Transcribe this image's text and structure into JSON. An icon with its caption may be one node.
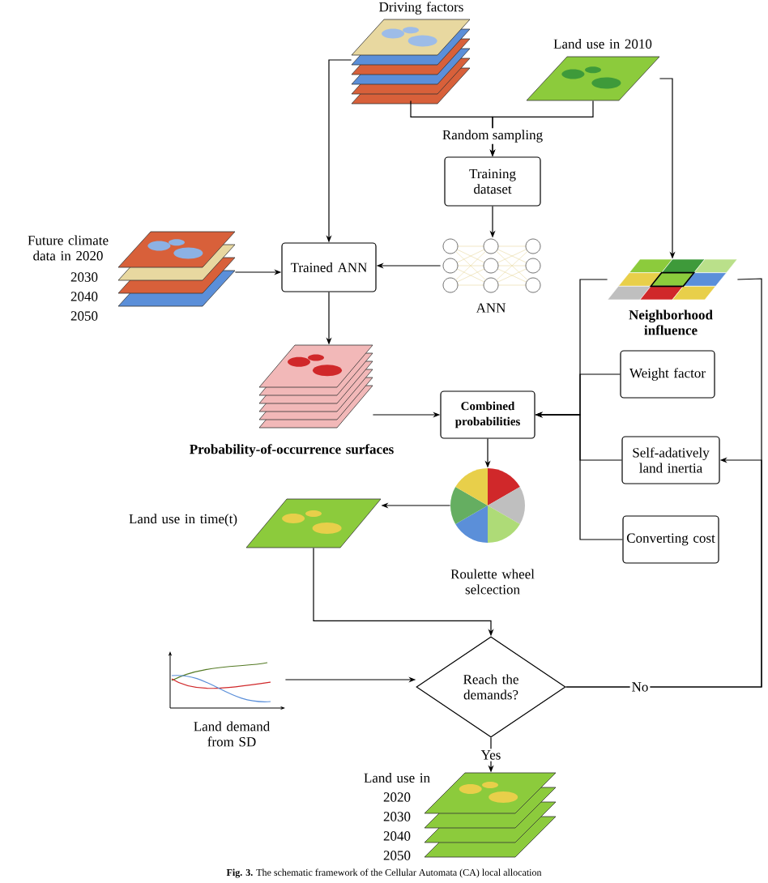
{
  "diagram": {
    "caption": "**Fig. 3.** The schematic framework of the Cellular Automata (CA) local allocation",
    "nodes": [
      {
        "text": [
          "Driving factors"
        ]
      },
      {
        "text": [
          "Land use in 2010"
        ]
      },
      {
        "text": [
          "Training dataset"
        ]
      },
      {
        "text": [
          "ANN"
        ]
      },
      {
        "text": [
          "Trained ANN"
        ]
      },
      {
        "text": [
          "Future climate data in 2020",
          "2030",
          "2040",
          "2050"
        ]
      },
      {
        "text": [
          "Probability-of-occurrence surfaces"
        ]
      },
      {
        "text": [
          "Neighborhood influence"
        ]
      },
      {
        "text": [
          "Weight factor"
        ]
      },
      {
        "text": [
          "Self-adatively land inertia"
        ]
      },
      {
        "text": [
          "Converting cost"
        ]
      },
      {
        "text": [
          "Combined probabilities"
        ]
      },
      {
        "text": [
          "Roulette wheel selcection"
        ]
      },
      {
        "text": [
          "Land use in time(t)"
        ]
      },
      {
        "text": [
          "Land demand from SD"
        ]
      },
      {
        "text": [
          "Reach the demands?"
        ]
      },
      {
        "text": [
          "Land use in",
          "2020",
          "2030",
          "2040",
          "2050"
        ]
      }
    ],
    "edges": [
      {
        "from": 0,
        "to": 4,
        "arrow": "to"
      },
      {
        "from": 0,
        "to": 2,
        "arrow": "to",
        "label": "Random sampling"
      },
      {
        "from": 1,
        "to": 2,
        "arrow": "to"
      },
      {
        "from": 1,
        "to": 7,
        "arrow": "to"
      },
      {
        "from": 2,
        "to": 3,
        "arrow": "to"
      },
      {
        "from": 3,
        "to": 4,
        "arrow": "to"
      },
      {
        "from": 5,
        "to": 4,
        "arrow": "to"
      },
      {
        "from": 4,
        "to": 6,
        "arrow": "to"
      },
      {
        "from": 6,
        "to": 11,
        "arrow": "to"
      },
      {
        "from": 7,
        "to": 11,
        "arrow": "to"
      },
      {
        "from": 8,
        "to": 11,
        "arrow": "to"
      },
      {
        "from": 9,
        "to": 11,
        "arrow": "to"
      },
      {
        "from": 10,
        "to": 11,
        "arrow": "to"
      },
      {
        "from": 11,
        "to": 12,
        "arrow": "to"
      },
      {
        "from": 12,
        "to": 13,
        "arrow": "to"
      },
      {
        "from": 13,
        "to": 15,
        "arrow": "to"
      },
      {
        "from": 14,
        "to": 15,
        "arrow": "to"
      },
      {
        "from": 15,
        "to": 9,
        "arrow": "to",
        "label": "No"
      },
      {
        "from": 15,
        "to": 7,
        "arrow": "none"
      },
      {
        "from": 15,
        "to": 16,
        "arrow": "to",
        "label": "Yes"
      }
    ]
  }
}
